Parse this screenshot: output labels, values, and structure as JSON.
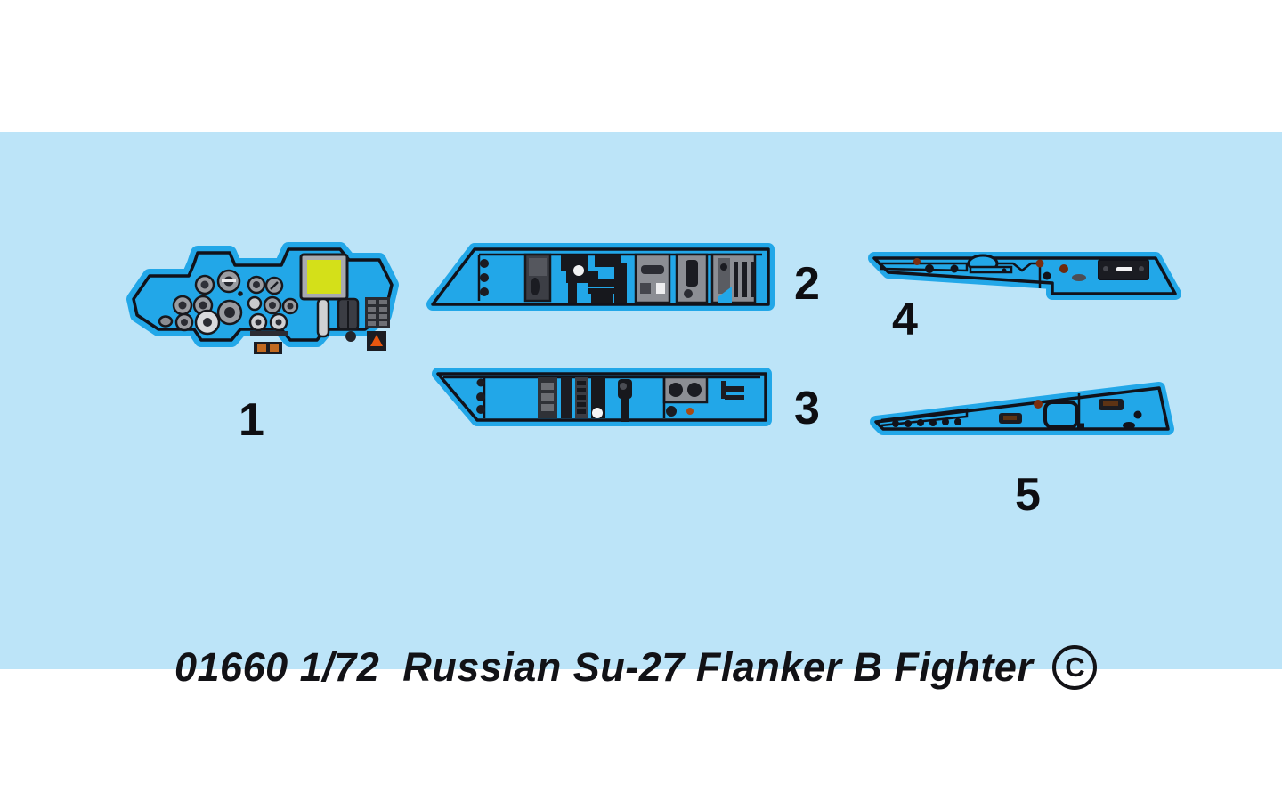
{
  "page": {
    "background_color": "#ffffff",
    "artboard_color": "#bce4f8",
    "sprue_color": "#22a7e8",
    "sprue_outline_color": "#11121a",
    "detail_gray": "#8d8f94",
    "detail_dark": "#2a2b31",
    "screen_color": "#d4e019",
    "indicator_color": "#e8560f"
  },
  "title": {
    "kit_number": "01660",
    "scale": "1/72",
    "subject": "Russian Su-27 Flanker B Fighter",
    "full_text": "01660 1/72  Russian Su-27 Flanker B Fighter",
    "copyright_symbol": "C"
  },
  "parts": [
    {
      "number": "1",
      "name": "instrument-panel",
      "label": "1",
      "description": "Main instrument panel with gauges, HUD screen and switch banks"
    },
    {
      "number": "2",
      "name": "right-side-console",
      "label": "2",
      "description": "Cockpit side console with throttle and panel boxes"
    },
    {
      "number": "3",
      "name": "left-side-console",
      "label": "3",
      "description": "Cockpit side console with switch blocks and dials"
    },
    {
      "number": "4",
      "name": "upper-cockpit-sidewall",
      "label": "4",
      "description": "Tapered cockpit sidewall panel"
    },
    {
      "number": "5",
      "name": "lower-cockpit-sidewall",
      "label": "5",
      "description": "Tapered cockpit sidewall panel, opposite hand"
    }
  ]
}
